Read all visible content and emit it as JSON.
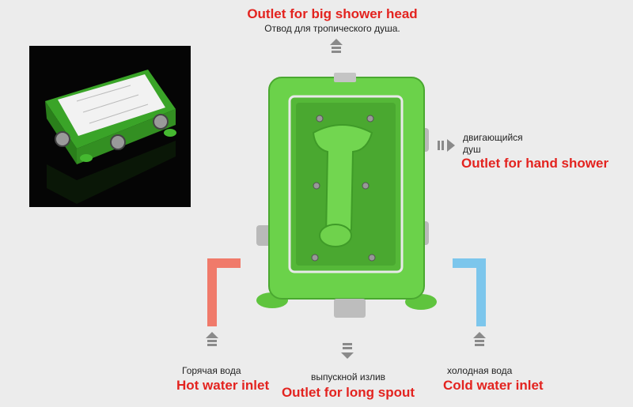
{
  "labels": {
    "top": {
      "en": "Outlet for big shower head",
      "ru": "Отвод для тропического душа."
    },
    "right": {
      "ru_line1": "двигающийся",
      "ru_line2": "душ",
      "en": "Outlet for hand shower"
    },
    "hot": {
      "ru": "Горячая вода",
      "en": "Hot water inlet"
    },
    "spout": {
      "ru": "выпускной излив",
      "en": "Outlet for long spout"
    },
    "cold": {
      "ru": "холодная вода",
      "en": "Cold water inlet"
    }
  },
  "colors": {
    "label_red": "#e3231f",
    "box_green": "#6bd24a",
    "hot_pipe": "#f07a6a",
    "cold_pipe": "#7cc6ec",
    "background": "#ececec"
  },
  "icons": [
    "arrow-up-icon",
    "arrow-down-icon",
    "arrow-right-icon"
  ]
}
